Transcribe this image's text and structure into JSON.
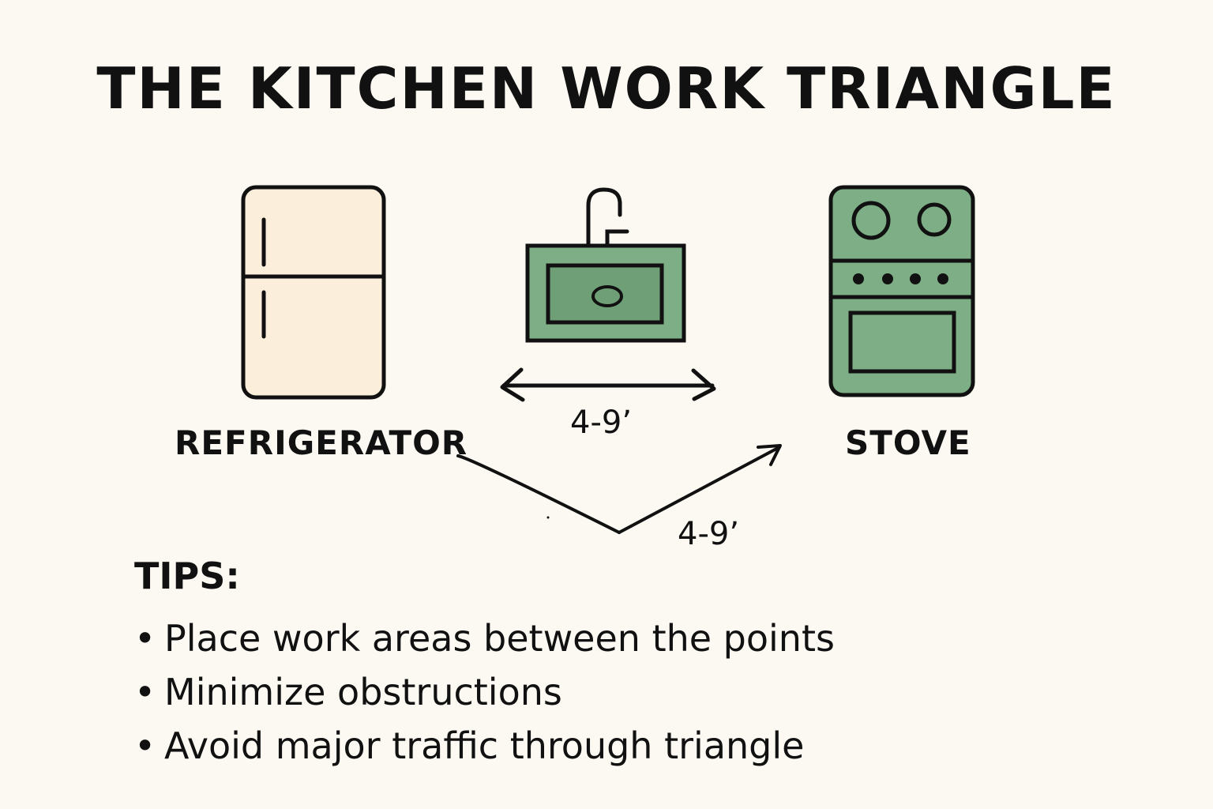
{
  "title": "THE KITCHEN WORK TRIANGLE",
  "colors": {
    "background": "#fbf9f2",
    "refrigerator_fill": "#fbeedb",
    "appliance_green": "#7eae85",
    "sink_basin_green": "#6f9f77",
    "outline": "#111111"
  },
  "appliances": {
    "refrigerator": {
      "label": "REFRIGERATOR",
      "icon": "refrigerator-icon"
    },
    "sink": {
      "icon": "sink-icon"
    },
    "stove": {
      "label": "STOVE",
      "icon": "stove-icon"
    }
  },
  "distances": {
    "top": "4-9’",
    "bottom": "4-9’"
  },
  "tips": {
    "heading": "TIPS:",
    "bullet": "•",
    "items": [
      "Place work areas between the points",
      "Minimize obstructions",
      "Avoid major traffic through triangle"
    ]
  }
}
